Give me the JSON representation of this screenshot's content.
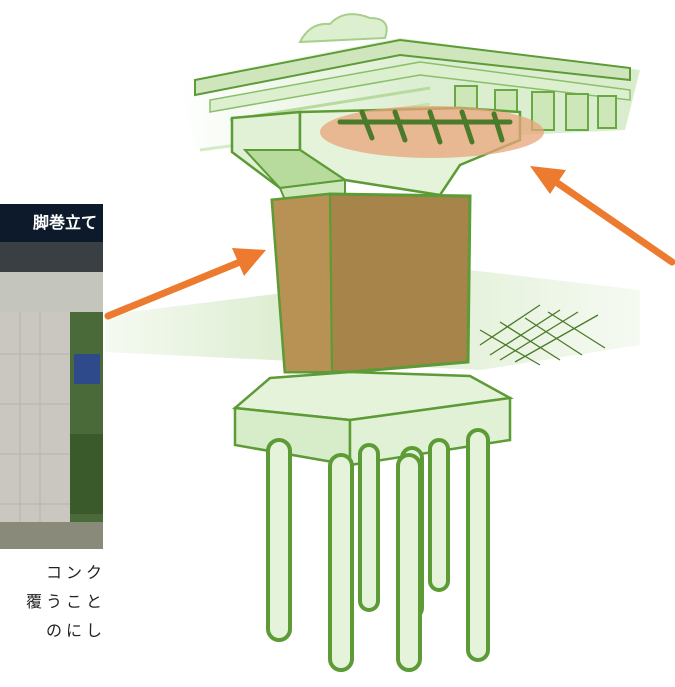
{
  "photo_caption": "脚巻立て",
  "note_lines": [
    "コンク",
    "覆うこと",
    "のにし"
  ],
  "colors": {
    "structure_fill": "#d9edcd",
    "structure_stroke": "#5c9b35",
    "deck_fill": "#cfe6bd",
    "jacket_fill": "#a6844a",
    "highlight_fill": "#e8a47a",
    "arrow": "#ec7a2f",
    "photo_banner": "#0d1a2c"
  },
  "icons": {
    "rebar_mesh": "crosshatch-lines",
    "arrow": "orange-arrow"
  }
}
